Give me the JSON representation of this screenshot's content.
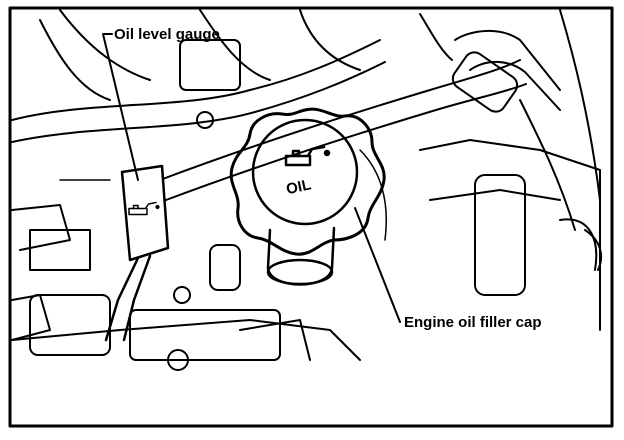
{
  "diagram": {
    "labels": {
      "oil_level_gauge": "Oil level gauge",
      "engine_oil_filler_cap": "Engine oil filler cap"
    },
    "cap_emblem_text": "OIL",
    "icons": [
      "oil-can-icon"
    ],
    "colors": {
      "ink": "#000000",
      "paper": "#ffffff"
    }
  }
}
